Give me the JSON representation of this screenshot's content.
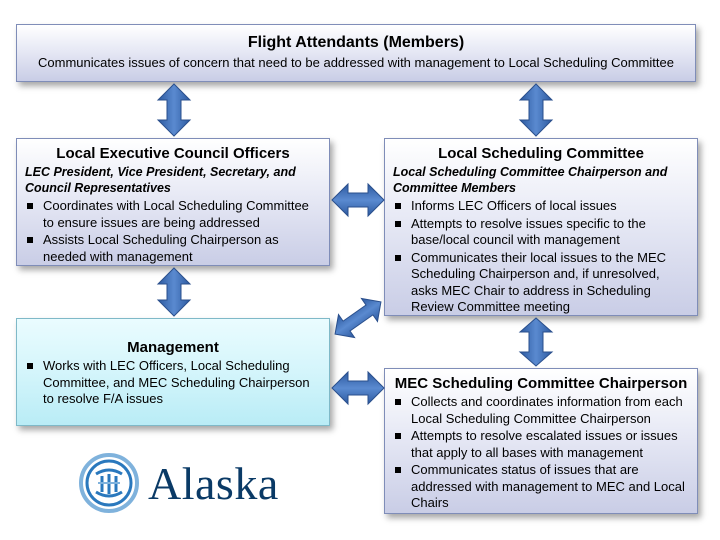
{
  "flight_attendants": {
    "title": "Flight Attendants (Members)",
    "description": "Communicates issues of concern that need to be addressed with management to Local Scheduling Committee"
  },
  "lec": {
    "title": "Local Executive Council Officers",
    "subtitle": "LEC President, Vice President, Secretary, and Council Representatives",
    "items": [
      "Coordinates with Local Scheduling Committee to ensure issues are being addressed",
      "Assists Local Scheduling Chairperson as needed with management"
    ]
  },
  "lsc": {
    "title": "Local Scheduling Committee",
    "subtitle": "Local Scheduling Committee Chairperson and Committee Members",
    "items": [
      "Informs LEC Officers of local issues",
      "Attempts to resolve issues specific to the base/local council with management",
      "Communicates their local issues to the MEC Scheduling Chairperson and, if unresolved, asks MEC Chair to address in Scheduling Review Committee meeting"
    ]
  },
  "management": {
    "title": "Management",
    "items": [
      "Works with LEC Officers, Local Scheduling Committee, and MEC Scheduling Chairperson to resolve F/A issues"
    ]
  },
  "mec": {
    "title": "MEC Scheduling Committee Chairperson",
    "items": [
      "Collects and coordinates information from each Local Scheduling Committee Chairperson",
      "Attempts to resolve escalated issues or issues that apply to all bases with management",
      "Communicates status of issues that are addressed with management to MEC and Local Chairs"
    ]
  },
  "logo": {
    "text": "Alaska",
    "icon": "alaska-emblem-icon"
  },
  "colors": {
    "box_border": "#7f8db8",
    "arrow_fill": "#3f6fb8",
    "management_fill": "#c9f1f9",
    "logo_blue": "#0a3a66"
  }
}
